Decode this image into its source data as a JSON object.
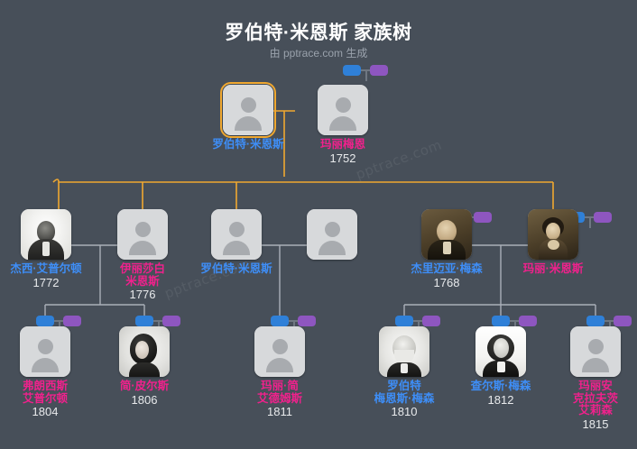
{
  "header": {
    "title": "罗伯特·米恩斯 家族树",
    "subtitle": "由 pptrace.com 生成"
  },
  "watermark": {
    "text": "pptrace.com"
  },
  "colors": {
    "background": "#474f59",
    "male_name": "#3e8ef7",
    "female_name": "#f0218c",
    "year": "#e8eaec",
    "card": "#d7d9db",
    "selected_outline": "#f0a830",
    "union_link": "#f0a830",
    "child_link": "#aab0b8",
    "badge_blue": "#2f80d8",
    "badge_purple": "#8e56c0"
  },
  "generations": [
    {
      "id": "gen-1",
      "people": [
        {
          "id": "robert-means-sr",
          "name": "罗伯特·米恩斯",
          "year": "",
          "gender": "m",
          "portrait": "none",
          "selected": true
        },
        {
          "id": "mary-mcown",
          "name": "玛丽梅恩",
          "year": "1752",
          "gender": "f",
          "portrait": "none",
          "selected": false
        }
      ]
    },
    {
      "id": "gen-2",
      "people": [
        {
          "id": "jesse-appleton",
          "name": "杰西·艾普尔顿",
          "year": "1772",
          "gender": "m",
          "portrait": "appleton",
          "selected": false
        },
        {
          "id": "elizabeth-means",
          "name": "伊丽莎白\n米恩斯",
          "year": "1776",
          "gender": "f",
          "portrait": "none",
          "selected": false
        },
        {
          "id": "robert-means-jr",
          "name": "罗伯特·米恩斯",
          "year": "",
          "gender": "m",
          "portrait": "none",
          "selected": false
        },
        {
          "id": "unnamed-spouse",
          "name": "",
          "year": "",
          "gender": "m",
          "portrait": "none",
          "selected": false
        },
        {
          "id": "jeremiah-mason",
          "name": "杰里迈亚·梅森",
          "year": "1768",
          "gender": "m",
          "portrait": "mason",
          "selected": false
        },
        {
          "id": "mary-means",
          "name": "玛丽·米恩斯",
          "year": "",
          "gender": "f",
          "portrait": "marymeans",
          "selected": false
        }
      ]
    },
    {
      "id": "gen-3",
      "people": [
        {
          "id": "frances-appleton",
          "name": "弗朗西斯\n艾普尔顿",
          "year": "1804",
          "gender": "f",
          "portrait": "none",
          "selected": false
        },
        {
          "id": "jane-pierce",
          "name": "简·皮尔斯",
          "year": "1806",
          "gender": "f",
          "portrait": "jane",
          "selected": false
        },
        {
          "id": "mary-jane-adams",
          "name": "玛丽·简\n艾德姆斯",
          "year": "1811",
          "gender": "f",
          "portrait": "none",
          "selected": false
        },
        {
          "id": "robert-means-mason",
          "name": "罗伯特\n梅恩斯·梅森",
          "year": "1810",
          "gender": "m",
          "portrait": "rmason",
          "selected": false
        },
        {
          "id": "charles-mason",
          "name": "查尔斯·梅森",
          "year": "1812",
          "gender": "m",
          "portrait": "cmason",
          "selected": false
        },
        {
          "id": "mary-ann-crafts-ellison",
          "name": "玛丽安\n克拉夫茨\n艾莉森",
          "year": "1815",
          "gender": "f",
          "portrait": "none",
          "selected": false
        }
      ]
    }
  ],
  "badge_pairs": [
    {
      "id": "badge-gen1-mary",
      "blue": "male-badge",
      "purple": "female-badge"
    },
    {
      "id": "badge-gen2-jeremiah",
      "blue": "male-badge",
      "purple": "female-badge"
    },
    {
      "id": "badge-gen2-mary",
      "blue": "male-badge",
      "purple": "female-badge"
    },
    {
      "id": "badge-gen3-frances",
      "blue": "male-badge",
      "purple": "female-badge"
    },
    {
      "id": "badge-gen3-jane",
      "blue": "male-badge",
      "purple": "female-badge"
    },
    {
      "id": "badge-gen3-maryjane",
      "blue": "male-badge",
      "purple": "female-badge"
    },
    {
      "id": "badge-gen3-robert",
      "blue": "male-badge",
      "purple": "female-badge"
    },
    {
      "id": "badge-gen3-charles",
      "blue": "male-badge",
      "purple": "female-badge"
    },
    {
      "id": "badge-gen3-maryann",
      "blue": "male-badge",
      "purple": "female-badge"
    }
  ]
}
